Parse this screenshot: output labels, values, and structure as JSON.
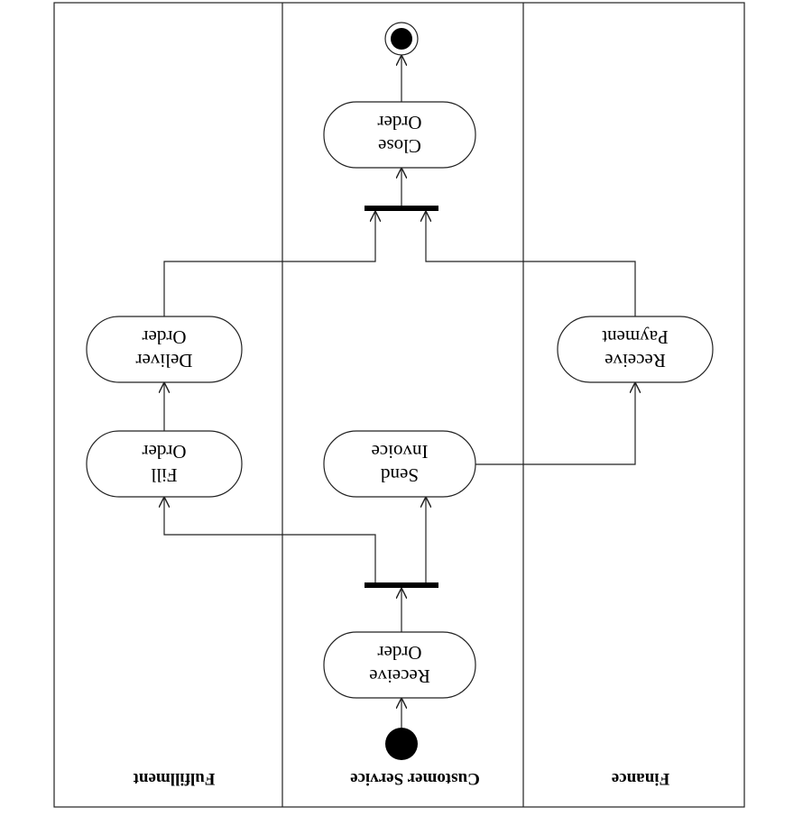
{
  "lanes": [
    {
      "name": "Fulfillment"
    },
    {
      "name": "Customer Service"
    },
    {
      "name": "Finance"
    }
  ],
  "activities": {
    "close_order": {
      "line1": "Close",
      "line2": "Order"
    },
    "deliver_order": {
      "line1": "Deliver",
      "line2": "Order"
    },
    "receive_payment": {
      "line1": "Receive",
      "line2": "Payment"
    },
    "fill_order": {
      "line1": "Fill",
      "line2": "Order"
    },
    "send_invoice": {
      "line1": "Send",
      "line2": "Invoice"
    },
    "receive_order": {
      "line1": "Receive",
      "line2": "Order"
    }
  },
  "colors": {
    "line": "#222222",
    "bar": "#000000",
    "background": "#ffffff"
  }
}
